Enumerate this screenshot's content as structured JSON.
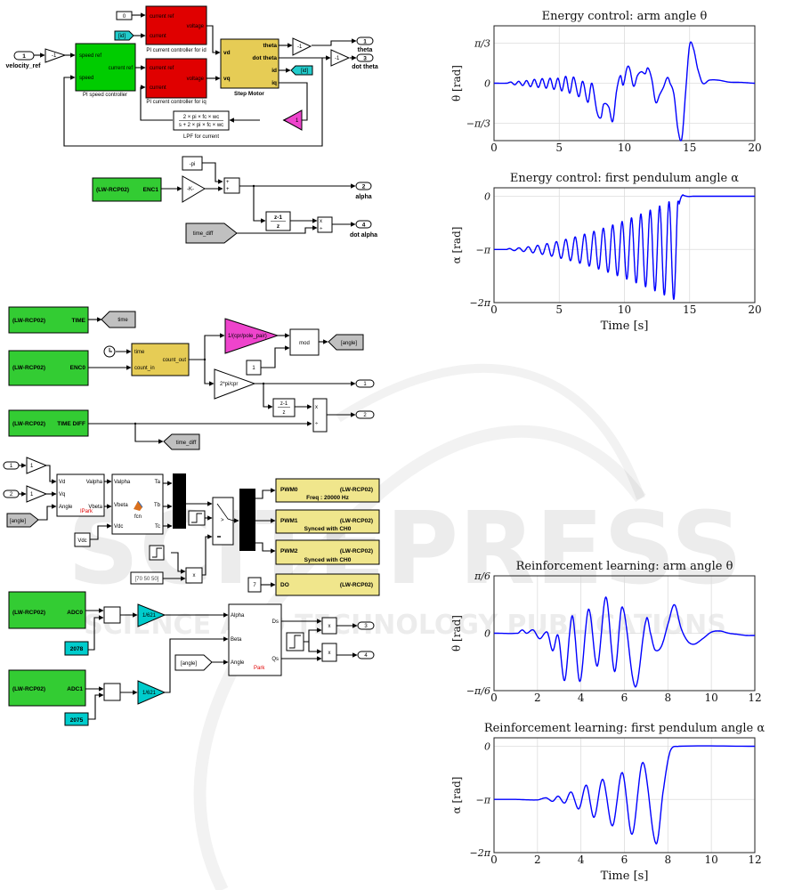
{
  "watermark": {
    "main": "SCITEPRESS",
    "sub": "SCIENCE AND TECHNOLOGY PUBLICATIONS"
  },
  "diagram1": {
    "inport_velocity_ref": {
      "num": "1",
      "label": "velocity_ref"
    },
    "gain_neg1_a": "-1",
    "const_zero": "0",
    "goto_id_tag": "[id]",
    "pi_speed": {
      "in1": "speed ref",
      "in2": "speed",
      "out": "current ref",
      "caption": "PI speed controller"
    },
    "pi_id": {
      "in1": "current ref",
      "in2": "current",
      "out": "voltage",
      "caption": "PI current controller for id"
    },
    "pi_iq": {
      "in1": "current ref",
      "in2": "current",
      "out": "voltage",
      "caption": "PI current controller for iq"
    },
    "motor": {
      "in1": "vd",
      "in2": "vq",
      "out1": "theta",
      "out2": "dot theta",
      "out3": "id",
      "out4": "iq",
      "caption": "Step Motor"
    },
    "gain_neg1_b": "-1",
    "gain_neg1_c": "-1",
    "outport_theta": {
      "num": "1",
      "label": "theta"
    },
    "outport_dot_theta": {
      "num": "3",
      "label": "dot theta"
    },
    "from_id_tag": "[id]",
    "gain_one_pink": "1",
    "lpf": {
      "num": "2 × pi × fc × wc",
      "den": "s + 2 × pi × fc × wc",
      "caption": "LPF for current"
    }
  },
  "diagram2": {
    "enc1": {
      "left": "(LW-RCP02)",
      "right": "ENC1"
    },
    "gain_k": "-K-",
    "const_pi": "-pi",
    "sum_signs": [
      "+",
      "+"
    ],
    "diff": {
      "num": "z-1",
      "den": "z"
    },
    "prod_signs": [
      "x",
      "÷"
    ],
    "from_time_diff": "time_diff",
    "outport_alpha": {
      "num": "2",
      "label": "alpha"
    },
    "outport_dot_alpha": {
      "num": "4",
      "label": "dot alpha"
    }
  },
  "diagram3": {
    "time_block": {
      "left": "(LW-RCP02)",
      "right": "TIME"
    },
    "goto_time": "time",
    "enc0": {
      "left": "(LW-RCP02)",
      "right": "ENC0"
    },
    "counter": {
      "in1": "time",
      "in2": "count_in",
      "out": "count_out"
    },
    "gain_pole": "1/(cpr/pole_pair)",
    "mod": "mod",
    "const_one": "1",
    "goto_angle": "[angle]",
    "gain_cpr": "2*pi/cpr",
    "out1": "1",
    "diff": {
      "num": "z-1",
      "den": "z"
    },
    "prod_signs": [
      "x",
      "÷"
    ],
    "out2": "2",
    "time_diff_block": {
      "left": "(LW-RCP02)",
      "right": "TIME DIFF"
    },
    "goto_time_diff": "time_diff"
  },
  "diagram4": {
    "in1": "1",
    "in2": "2",
    "gain1": "1",
    "gain2": "1",
    "from_angle": "[angle]",
    "ipark": {
      "in1": "Vd",
      "in2": "Vq",
      "in3": "Angle",
      "out1": "Valpha",
      "out2": "Vbeta",
      "name": "IPark"
    },
    "fcn": {
      "in1": "Valpha",
      "in2": "Vbeta",
      "in3": "Vdc",
      "out1": "Ta",
      "out2": "Tb",
      "out3": "Tc",
      "name": "fcn"
    },
    "vdc": "Vdc",
    "switch_sign": ">",
    "const_vec": "[70 50 50]",
    "prod": "x",
    "pwm0": {
      "name": "PWM0",
      "board": "(LW-RCP02)",
      "sub": "Freq : 20000 Hz"
    },
    "pwm1": {
      "name": "PWM1",
      "board": "(LW-RCP02)",
      "sub": "Synced with CH0"
    },
    "pwm2": {
      "name": "PWM2",
      "board": "(LW-RCP02)",
      "sub": "Synced with CH0"
    },
    "do_const": "7",
    "do_block": {
      "name": "DO",
      "board": "(LW-RCP02)"
    }
  },
  "diagram5": {
    "adc0": {
      "left": "(LW-RCP02)",
      "right": "ADC0"
    },
    "adc1": {
      "left": "(LW-RCP02)",
      "right": "ADC1"
    },
    "offset0": "2078",
    "offset1": "2075",
    "gain0": "1/621",
    "gain1": "1/621",
    "from_angle": "[angle]",
    "park": {
      "in1": "Alpha",
      "in2": "Beta",
      "in3": "Angle",
      "out1": "Ds",
      "out2": "Qs",
      "name": "Park"
    },
    "prod": "x",
    "out3": "3",
    "out4": "4"
  },
  "chart_data": [
    {
      "type": "line",
      "title": "Energy control: arm angle θ",
      "xlabel": "",
      "ylabel": "θ [rad]",
      "xlim": [
        0,
        20
      ],
      "ylim": [
        -1.5,
        1.5
      ],
      "xticks": [
        0,
        5,
        10,
        15,
        20
      ],
      "xticklabels": [
        "0",
        "5",
        "10",
        "15",
        "20"
      ],
      "yticks": [
        -1.0472,
        0,
        1.0472
      ],
      "yticklabels": [
        "−π/3",
        "0",
        "π/3"
      ],
      "grid": true,
      "color": "#0000ff",
      "x": [
        0,
        1,
        1.3,
        1.6,
        1.9,
        2.2,
        2.5,
        2.8,
        3.1,
        3.4,
        3.7,
        4.0,
        4.3,
        4.6,
        4.9,
        5.2,
        5.5,
        5.8,
        6.1,
        6.5,
        6.8,
        7.2,
        7.5,
        7.9,
        8.2,
        8.4,
        8.8,
        9.1,
        9.4,
        9.7,
        9.9,
        10.2,
        10.4,
        10.7,
        11.0,
        11.3,
        11.6,
        11.8,
        12.1,
        12.4,
        12.7,
        13.0,
        13.3,
        13.5,
        13.8,
        14.1,
        14.4,
        14.7,
        15.0,
        15.3,
        15.6,
        16.0,
        16.5,
        17.2,
        18.0,
        19.0,
        20.0
      ],
      "y": [
        0,
        0,
        0.03,
        -0.04,
        0.05,
        -0.06,
        0.07,
        -0.09,
        0.1,
        -0.11,
        0.12,
        -0.13,
        0.13,
        -0.16,
        0.13,
        -0.2,
        0.18,
        -0.26,
        0.16,
        -0.35,
        0.05,
        -0.5,
        0.0,
        -0.75,
        -0.9,
        -0.55,
        -0.62,
        -1.0,
        -0.2,
        0.2,
        -0.05,
        0.4,
        0.38,
        -0.08,
        0.2,
        0.3,
        0.25,
        0.4,
        0.1,
        -0.5,
        -0.3,
        -0.1,
        0.15,
        0.0,
        -0.3,
        -1.2,
        -1.45,
        -0.2,
        1.0,
        0.9,
        0.4,
        0.0,
        0.08,
        0.08,
        0.03,
        0.02,
        0
      ]
    },
    {
      "type": "line",
      "title": "Energy control: first pendulum angle α",
      "xlabel": "Time [s]",
      "ylabel": "α [rad]",
      "xlim": [
        0,
        20
      ],
      "ylim": [
        -6.2832,
        0.5
      ],
      "xticks": [
        0,
        5,
        10,
        15,
        20
      ],
      "xticklabels": [
        "0",
        "5",
        "10",
        "15",
        "20"
      ],
      "yticks": [
        -6.2832,
        -3.1416,
        0
      ],
      "yticklabels": [
        "−2π",
        "−π",
        "0"
      ],
      "grid": true,
      "color": "#0000ff",
      "swing": {
        "t_start": 1.0,
        "t_end": 14.2,
        "period": 0.72,
        "amp_start": 0.05,
        "amp_end": 3.1,
        "settle_time": 14.5,
        "final_value": 0
      },
      "x": [
        0,
        1,
        2,
        3,
        4,
        5,
        5.5,
        6.2,
        6.9,
        7.6,
        8.3,
        9.0,
        9.7,
        10.4,
        11.1,
        11.8,
        12.5,
        13.3,
        14.0,
        14.5,
        15,
        16,
        20
      ],
      "y": [
        -3.14,
        -3.14,
        -3.16,
        -3.12,
        -3.2,
        -3.3,
        -2.65,
        -3.75,
        -2.4,
        -4.0,
        -1.9,
        -4.6,
        -1.5,
        -5.0,
        -1.2,
        -5.7,
        -0.35,
        -5.95,
        -0.4,
        0.05,
        -0.05,
        0.0,
        0
      ]
    },
    {
      "type": "line",
      "title": "Reinforcement learning: arm angle θ",
      "xlabel": "",
      "ylabel": "θ [rad]",
      "xlim": [
        0,
        12
      ],
      "ylim": [
        -0.5236,
        0.5236
      ],
      "xticks": [
        0,
        2,
        4,
        6,
        8,
        10,
        12
      ],
      "xticklabels": [
        "0",
        "2",
        "4",
        "6",
        "8",
        "10",
        "12"
      ],
      "yticks": [
        -0.5236,
        0,
        0.5236
      ],
      "yticklabels": [
        "−π/6",
        "0",
        "π/6"
      ],
      "grid": true,
      "color": "#0000ff",
      "x": [
        0,
        1.1,
        1.3,
        1.5,
        1.8,
        2.1,
        2.45,
        2.7,
        2.95,
        3.25,
        3.6,
        3.95,
        4.35,
        4.75,
        5.15,
        5.55,
        5.9,
        6.5,
        7.0,
        7.2,
        7.4,
        7.7,
        8.0,
        8.3,
        8.6,
        8.9,
        9.2,
        9.6,
        10.0,
        10.4,
        10.8,
        11.2,
        11.6,
        12.0
      ],
      "y": [
        0,
        0,
        0.03,
        0.0,
        0.03,
        -0.05,
        0.01,
        -0.16,
        -0.02,
        -0.43,
        0.16,
        -0.44,
        0.22,
        -0.3,
        0.33,
        -0.35,
        0.24,
        -0.49,
        0.12,
        0.0,
        -0.15,
        -0.12,
        0.08,
        0.26,
        0.05,
        -0.07,
        -0.1,
        -0.05,
        0.01,
        0.02,
        0.0,
        -0.01,
        -0.02,
        -0.02
      ]
    },
    {
      "type": "line",
      "title": "Reinforcement learning: first pendulum angle α",
      "xlabel": "Time [s]",
      "ylabel": "α [rad]",
      "xlim": [
        0,
        12
      ],
      "ylim": [
        -6.2832,
        0.5
      ],
      "xticks": [
        0,
        2,
        4,
        6,
        8,
        10,
        12
      ],
      "xticklabels": [
        "0",
        "2",
        "4",
        "6",
        "8",
        "10",
        "12"
      ],
      "yticks": [
        -6.2832,
        -3.1416,
        0
      ],
      "yticklabels": [
        "−2π",
        "−π",
        "0"
      ],
      "grid": true,
      "color": "#0000ff",
      "x": [
        0,
        1,
        2,
        2.4,
        2.7,
        2.95,
        3.25,
        3.55,
        3.9,
        4.25,
        4.6,
        5.0,
        5.45,
        5.9,
        6.35,
        6.85,
        7.45,
        7.8,
        8.1,
        8.5,
        12
      ],
      "y": [
        -3.14,
        -3.14,
        -3.17,
        -3.05,
        -3.25,
        -2.95,
        -3.35,
        -2.7,
        -3.7,
        -2.3,
        -4.2,
        -1.95,
        -4.7,
        -1.55,
        -5.2,
        -0.95,
        -5.75,
        -2.5,
        -0.3,
        0.0,
        0
      ]
    }
  ]
}
